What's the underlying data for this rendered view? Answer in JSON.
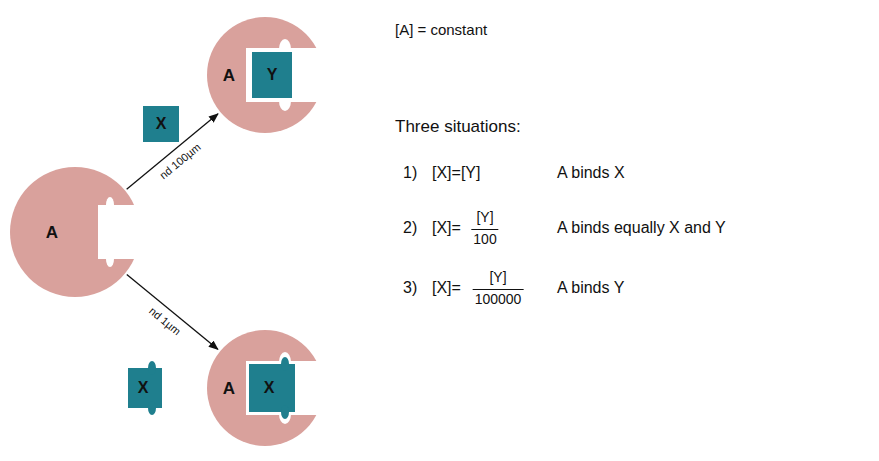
{
  "diagram": {
    "nodes": [
      {
        "text": [
          "A"
        ]
      },
      {
        "text": [
          "X"
        ]
      },
      {
        "text": [
          "A"
        ]
      },
      {
        "text": [
          "Y"
        ],
        "in": 2
      },
      {
        "text": [
          "X"
        ]
      },
      {
        "text": [
          "A"
        ]
      },
      {
        "text": [
          "X"
        ],
        "in": 5
      }
    ],
    "edges": [
      {
        "from": 0,
        "to": 2,
        "label": "nd 100µm",
        "arrow": "to"
      },
      {
        "from": 0,
        "to": 5,
        "label": "nd 1µm",
        "arrow": "to"
      }
    ],
    "labels": [
      "[A] = constant",
      "Three situations:",
      "1)",
      "[X]=[Y]",
      "A binds X",
      "2)",
      "[X]=",
      "[Y]",
      "100",
      "A binds equally X and Y",
      "3)",
      "[X]=",
      "[Y]",
      "100000",
      "A binds Y"
    ]
  }
}
